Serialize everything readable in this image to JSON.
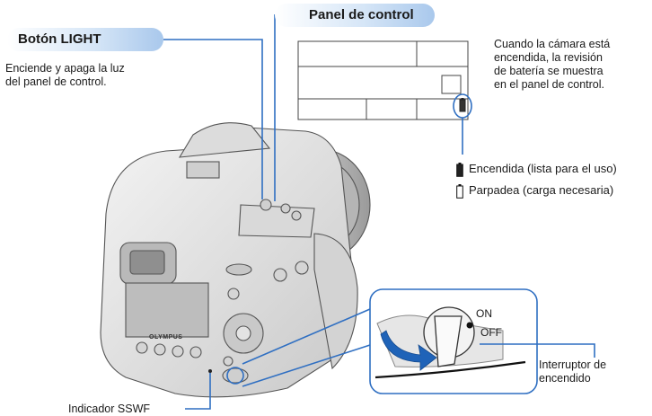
{
  "labels": {
    "light_button_title": "Botón LIGHT",
    "light_button_desc_1": "Enciende y apaga la luz",
    "light_button_desc_2": "del panel de control.",
    "control_panel_title": "Panel de control",
    "battery_note_1": "Cuando la cámara está",
    "battery_note_2": "encendida, la revisión",
    "battery_note_3": "de batería se muestra",
    "battery_note_4": "en el panel de control.",
    "battery_full": "Encendida (lista para el uso)",
    "battery_low": "Parpadea (carga necesaria)",
    "switch_on": "ON",
    "switch_off": "OFF",
    "power_switch_1": "Interruptor de",
    "power_switch_2": "encendido",
    "sswf_indicator": "Indicador SSWF",
    "brand": "OLYMPUS"
  },
  "colors": {
    "callout_line": "#2f6fc2",
    "pill_accent": "#a9c8ec",
    "arrow_blue": "#1f63b8"
  },
  "icons": [
    "battery-full-icon",
    "battery-low-icon",
    "rotation-arrow-icon"
  ]
}
